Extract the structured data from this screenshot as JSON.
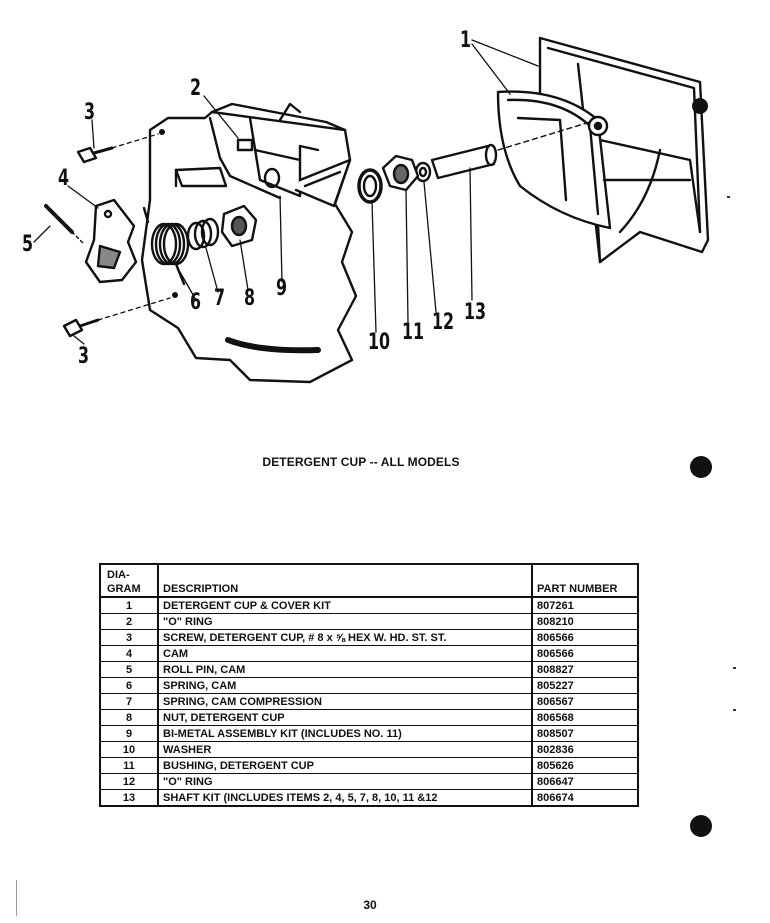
{
  "diagram": {
    "callouts": [
      "1",
      "2",
      "3",
      "4",
      "5",
      "6",
      "7",
      "8",
      "9",
      "3",
      "10",
      "11",
      "12",
      "13"
    ]
  },
  "caption": "DETERGENT CUP -- ALL MODELS",
  "table": {
    "headers": {
      "diagram_line1": "DIA-",
      "diagram_line2": "GRAM",
      "description": "DESCRIPTION",
      "part_number": "PART NUMBER"
    },
    "rows": [
      {
        "no": "1",
        "description": "DETERGENT CUP & COVER KIT",
        "part": "807261"
      },
      {
        "no": "2",
        "description": "\"O\" RING",
        "part": "808210"
      },
      {
        "no": "3",
        "description": "SCREW, DETERGENT CUP, # 8 x ⅝ HEX W. HD. ST. ST.",
        "part": "806566"
      },
      {
        "no": "4",
        "description": "CAM",
        "part": "806566"
      },
      {
        "no": "5",
        "description": "ROLL PIN, CAM",
        "part": "808827"
      },
      {
        "no": "6",
        "description": "SPRING, CAM",
        "part": "805227"
      },
      {
        "no": "7",
        "description": "SPRING, CAM COMPRESSION",
        "part": "806567"
      },
      {
        "no": "8",
        "description": "NUT, DETERGENT CUP",
        "part": "806568"
      },
      {
        "no": "9",
        "description": "BI-METAL ASSEMBLY KIT (INCLUDES NO. 11)",
        "part": "808507"
      },
      {
        "no": "10",
        "description": "WASHER",
        "part": "802836"
      },
      {
        "no": "11",
        "description": "BUSHING, DETERGENT CUP",
        "part": "805626"
      },
      {
        "no": "12",
        "description": "\"O\" RING",
        "part": "806647"
      },
      {
        "no": "13",
        "description": "SHAFT KIT (INCLUDES ITEMS 2, 4, 5, 7, 8, 10, 11 &12",
        "part": "806674"
      }
    ]
  },
  "page_number": "30"
}
